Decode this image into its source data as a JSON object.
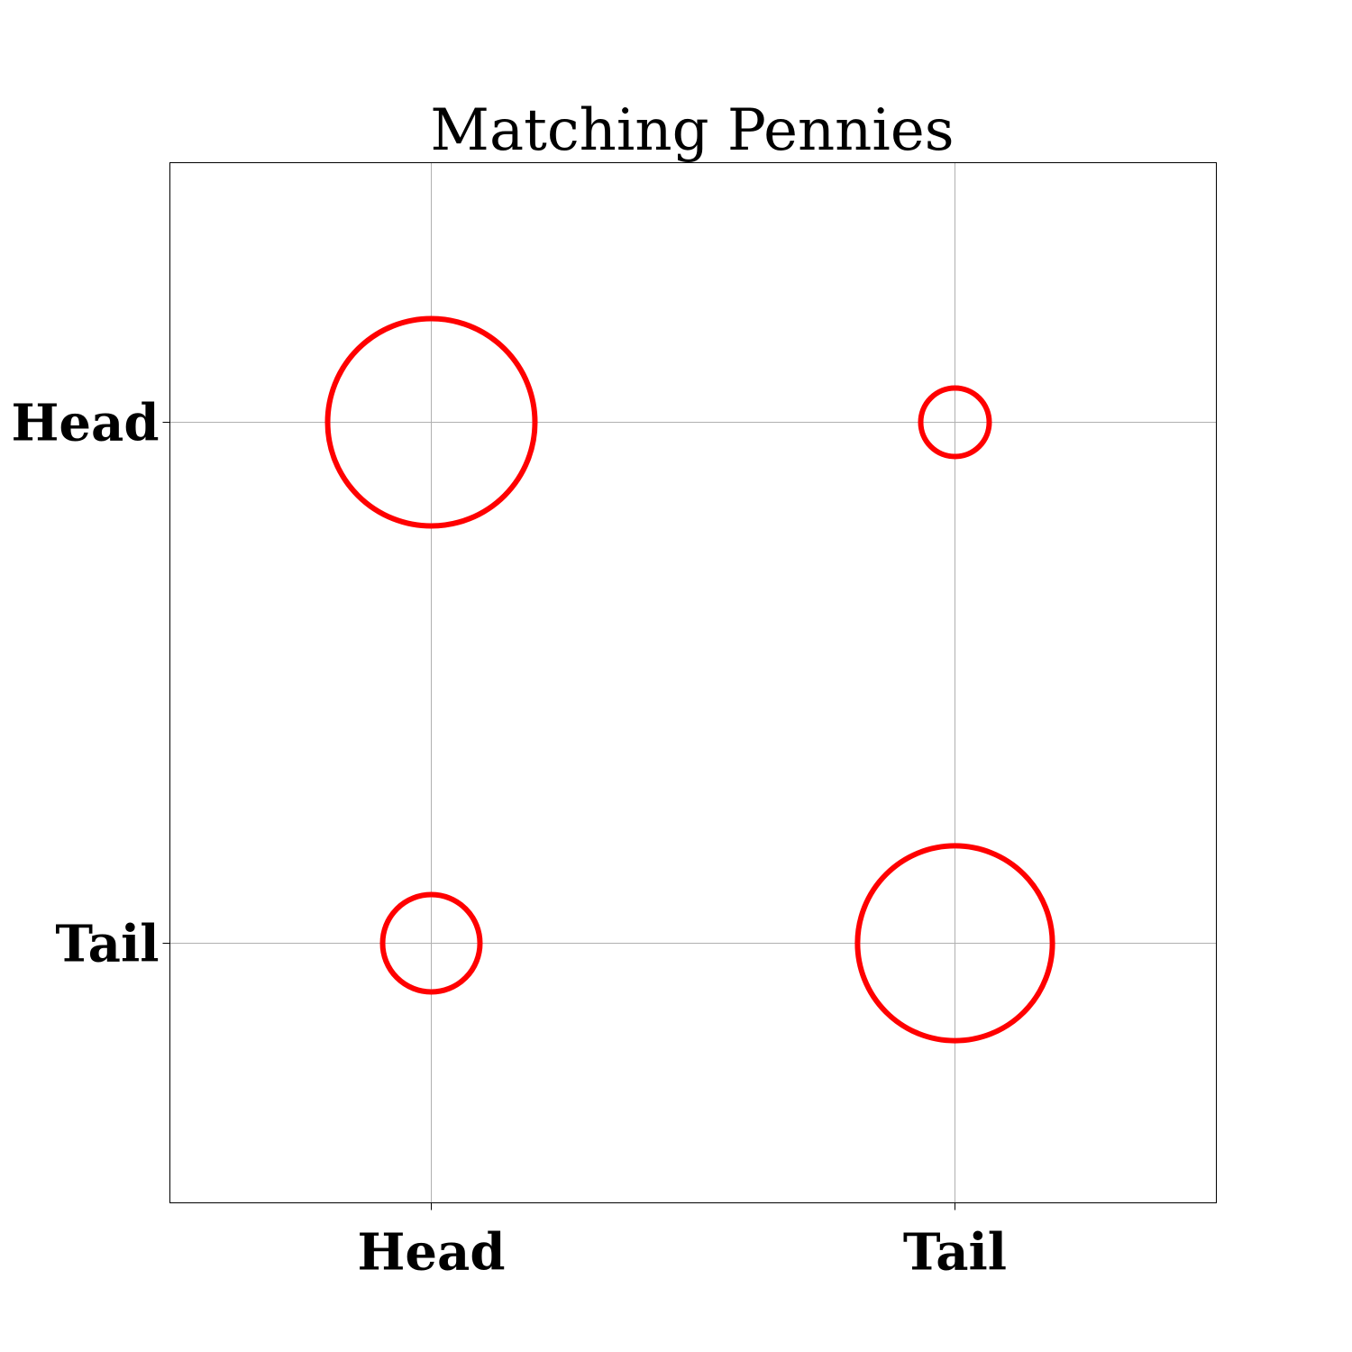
{
  "chart_data": {
    "type": "scatter",
    "title": "Matching Pennies",
    "xlabel": "",
    "ylabel": "",
    "x_categories": [
      "Head",
      "Tail"
    ],
    "y_categories": [
      "Head",
      "Tail"
    ],
    "grid": true,
    "marker": "open-circle",
    "marker_color": "#ff0000",
    "points": [
      {
        "x": "Head",
        "y": "Head",
        "size": 1.0
      },
      {
        "x": "Tail",
        "y": "Head",
        "size": 0.33
      },
      {
        "x": "Head",
        "y": "Tail",
        "size": 0.47
      },
      {
        "x": "Tail",
        "y": "Tail",
        "size": 0.94
      }
    ]
  }
}
